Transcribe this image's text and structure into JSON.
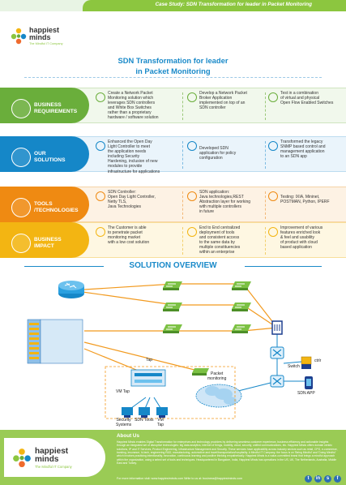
{
  "header": {
    "case_study": "Case Study: SDN Transformation for leader in Packet Monitoring"
  },
  "logo": {
    "name_line1": "happiest",
    "name_line2": "minds",
    "tagline": "The Mindful IT Company"
  },
  "title": {
    "line1": "SDN Transformation for leader",
    "line2": "in Packet Monitoring"
  },
  "rows": [
    {
      "label_line1": "BUSINESS",
      "label_line2": "REQUIREMENTS",
      "color": "#6aae3b",
      "cells": [
        [
          "Create a Network Packet",
          "Monitoring solution which",
          "leverages SDN controllers",
          "and White Box Switches",
          "rather than a proprietary",
          "hardware / software solution"
        ],
        [
          "Develop a Network Packet",
          "Broker Application",
          "implemented on top of an",
          "SDN controller"
        ],
        [
          "Test in a combination",
          "of virtual and physical",
          "Open Flow Enabled Switches"
        ]
      ]
    },
    {
      "label_line1": "OUR",
      "label_line2": "SOLUTIONS",
      "color": "#1587c8",
      "cells": [
        [
          "Enhanced the Open Day",
          "Light Controller to meet",
          "the application needs",
          "including Security",
          "Hardening, inclusion of new",
          "modules to provide",
          "infrastructure for applications"
        ],
        [
          "Developed SDN",
          "application for policy",
          "configuration"
        ],
        [
          "Transformed the legacy",
          "SNMP based control and",
          "management application",
          "to an SDN app"
        ]
      ]
    },
    {
      "label_line1": "TOOLS",
      "label_line2": "/TECHNOLOGIES",
      "color": "#ef8a12",
      "cells": [
        [
          "SDN Controller:",
          "Open Day Light Controller,",
          "Netty TLS,",
          "Java Technologies"
        ],
        [
          "SDN application:",
          "Java technologies,REST",
          "Abstraction layer for working",
          "with multiple controllers",
          "in future"
        ],
        [
          "Testing: IXIA, Mininet,",
          "POSTMAN, Python, IPERF"
        ]
      ]
    },
    {
      "label_line1": "BUSINESS",
      "label_line2": "IMPACT",
      "color": "#f3b512",
      "cells": [
        [
          "The Customer is able",
          "to penetrate packet",
          "monitoring market",
          "with a low cost solution"
        ],
        [
          "End to End centralized",
          "deployment of tools",
          "and consistent access",
          "to the same data by",
          "multiple constituencies",
          "within an enterprise"
        ],
        [
          "Improvement of various",
          "features enriched look",
          "& feel and usability",
          "of product with cloud",
          "based application"
        ]
      ]
    }
  ],
  "overview": {
    "title": "SOLUTION OVERVIEW"
  },
  "diagram": {
    "labels": {
      "tap": "Tap",
      "vm_tap_top": "VM Tap",
      "packet_monitoring_line1": "Packet",
      "packet_monitoring_line2": "monitoring",
      "switch": "Switch",
      "ctrlr": "ctrlr",
      "sdn_app": "SDN APP",
      "security_line1": "Security",
      "security_line2": "Systems",
      "sdn_tools": "SDN Tools",
      "vm_tap_line1": "VM",
      "vm_tap_line2": "Tap"
    }
  },
  "footer": {
    "about_title": "About Us",
    "about_text": "Happiest Minds enables Digital Transformation for enterprises and technology providers by delivering seamless customer experience, business efficiency and actionable insights through an integrated set of disruptive technologies: big data analytics, internet of things, mobility, cloud, security, unified communications, etc. Happiest Minds offers domain centric solutions, IP and IT Services, Product Engineering, Infrastructure Management and Security. These services have applicability across industry sectors such as retail, CPG, e-commerce, banking, insurance, hi-tech, engineering R&D, manufacturing, automotive and travel/transportation/hospitality. A Mindful IT Company, the focus is on 'Being Mindful' and 'Doing Mindful' which involves practicing intentionality, innovation, continuous learning and positive thinking empathetically. Happiest Minds is a value-committed brand that brings a mindful approach within the organization, using a select set of tools and techniques. Headquartered in Bangalore, India, Happiest Minds has operations in the US, UK, The Netherlands, Australia, Middle East and Turkey.",
    "contact": "For more information visit: www.happiestminds.com  Write to us at: business@happiestminds.com"
  }
}
